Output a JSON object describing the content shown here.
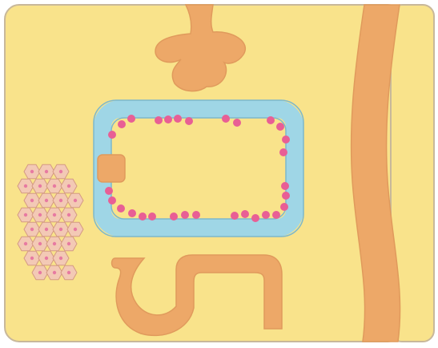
{
  "colors": {
    "page_background": "#ffffff",
    "cell_fill": "#f9e38b",
    "cell_border": "#c8b89a",
    "structure_fill": "#eda868",
    "structure_stroke": "#e09a5c",
    "ring_fill": "#9fd6e6",
    "ring_stroke": "#7db8cc",
    "dot_fill": "#e85f95",
    "hex_fill": "#f3c9b5",
    "hex_stroke": "#d49a84",
    "hex_center": "#e77aa2"
  },
  "components": {
    "cell_panels": 2,
    "ring_dots": 30,
    "hexagon_cells": 29
  }
}
